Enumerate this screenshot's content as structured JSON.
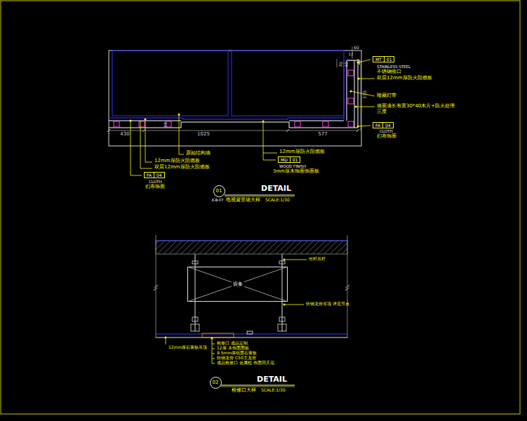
{
  "diagram": {
    "nodes": [
      {
        "text": [
          "MT",
          "01"
        ]
      },
      {
        "text": [
          "FA",
          "04"
        ]
      },
      {
        "text": [
          "FA",
          "04"
        ]
      },
      {
        "text": [
          "MD",
          "01"
        ]
      },
      {
        "text": [
          "01"
        ]
      },
      {
        "text": [
          "设备"
        ]
      },
      {
        "text": [
          "02"
        ]
      }
    ],
    "labels": [
      "60",
      "12",
      "70",
      "40",
      "570",
      "50",
      "430",
      "1025",
      "577",
      "STAINLESS STEEL",
      "不锈钢收口",
      "双层12mm厚防火阻燃板",
      "暗藏灯带",
      "墙面满长布置30*40木方+防火处理三度",
      "CLOTH",
      "扪布饰面",
      "原始结构墙",
      "12mm厚防火阻燃板",
      "双层12mm厚防火阻燃板",
      "CLOTH",
      "扪布饰面",
      "12mm厚防火阻燃板",
      "WOOD FINISH",
      "3mm厚木饰面饰面板",
      "DETAIL",
      "E-B-07",
      "电视背景墙大样",
      "SCALE:1/30",
      "丝杆吊杆",
      "轻钢龙骨吊顶 详见节点",
      "12mm厚石膏板吊顶",
      "检修口 成品定制",
      "12厚 木饰面面板",
      "9.5mm厚纸面石膏板",
      "轻钢龙骨 C50主龙骨",
      "成品检修口 金属框 饰面同天花",
      "DETAIL",
      "检修口大样",
      "SCALE:1/30"
    ]
  }
}
